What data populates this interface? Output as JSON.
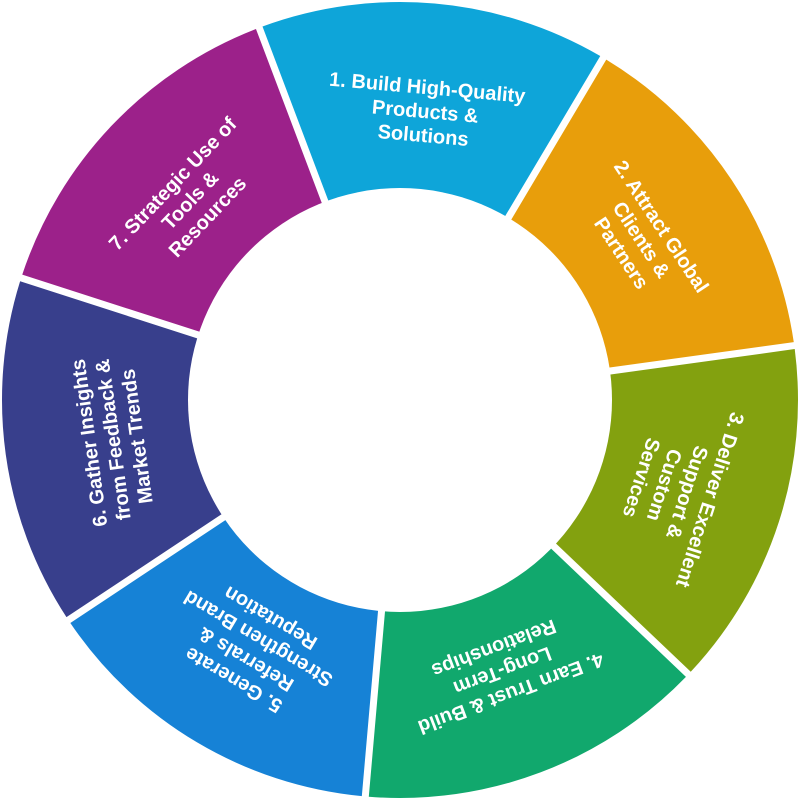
{
  "segments": [
    {
      "lines": [
        "1. Build High-Quality",
        "Products &",
        "Solutions"
      ],
      "color": "#0ea5d9"
    },
    {
      "lines": [
        "2. Attract Global",
        "Clients &",
        "Partners"
      ],
      "color": "#e89e0b"
    },
    {
      "lines": [
        "3. Deliver Excellent",
        "Support &",
        "Custom",
        "Services"
      ],
      "color": "#83a10f"
    },
    {
      "lines": [
        "4. Earn Trust & Build",
        "Long-Term",
        "Relationships"
      ],
      "color": "#11a86d"
    },
    {
      "lines": [
        "5. Generate",
        "Referrals &",
        "Strengthen Brand",
        "Reputation"
      ],
      "color": "#1682d6"
    },
    {
      "lines": [
        "6. Gather Insights",
        "from Feedback &",
        "Market Trends"
      ],
      "color": "#383f8c"
    },
    {
      "lines": [
        "7. Strategic Use of",
        "Tools &",
        "Resources"
      ],
      "color": "#9c218a"
    }
  ]
}
